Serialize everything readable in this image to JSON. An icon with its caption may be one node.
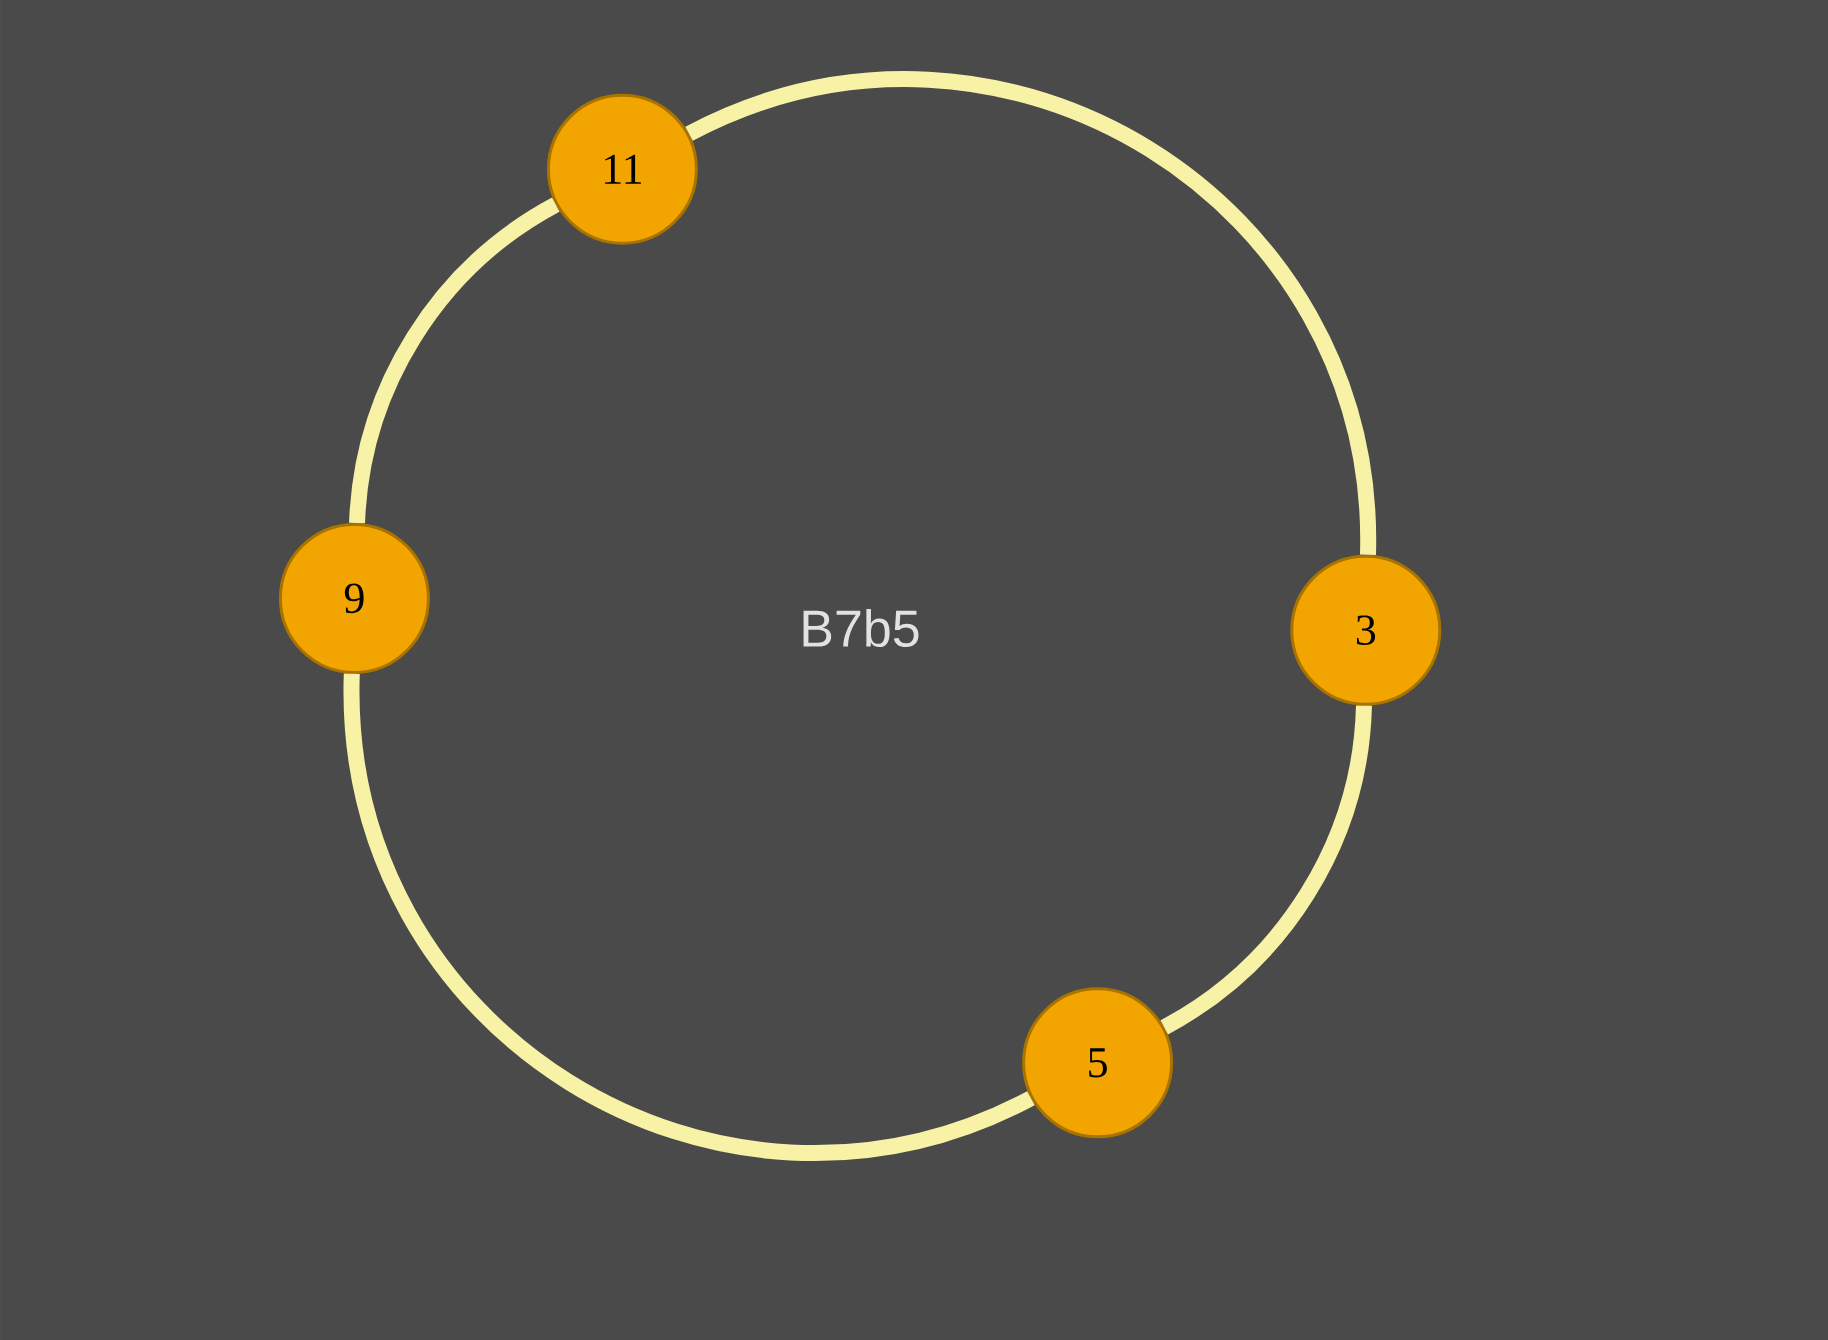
{
  "diagram": {
    "nodes": [
      {
        "text": [
          "11"
        ]
      },
      {
        "text": [
          "9"
        ]
      },
      {
        "text": [
          "3"
        ]
      },
      {
        "text": [
          "5"
        ]
      }
    ],
    "edges": [
      {
        "from": 0,
        "to": 2,
        "arrow": "none"
      },
      {
        "from": 2,
        "to": 3,
        "arrow": "none"
      },
      {
        "from": 3,
        "to": 1,
        "arrow": "none"
      },
      {
        "from": 1,
        "to": 0,
        "arrow": "none"
      }
    ],
    "labels": [
      "B7b5"
    ]
  }
}
